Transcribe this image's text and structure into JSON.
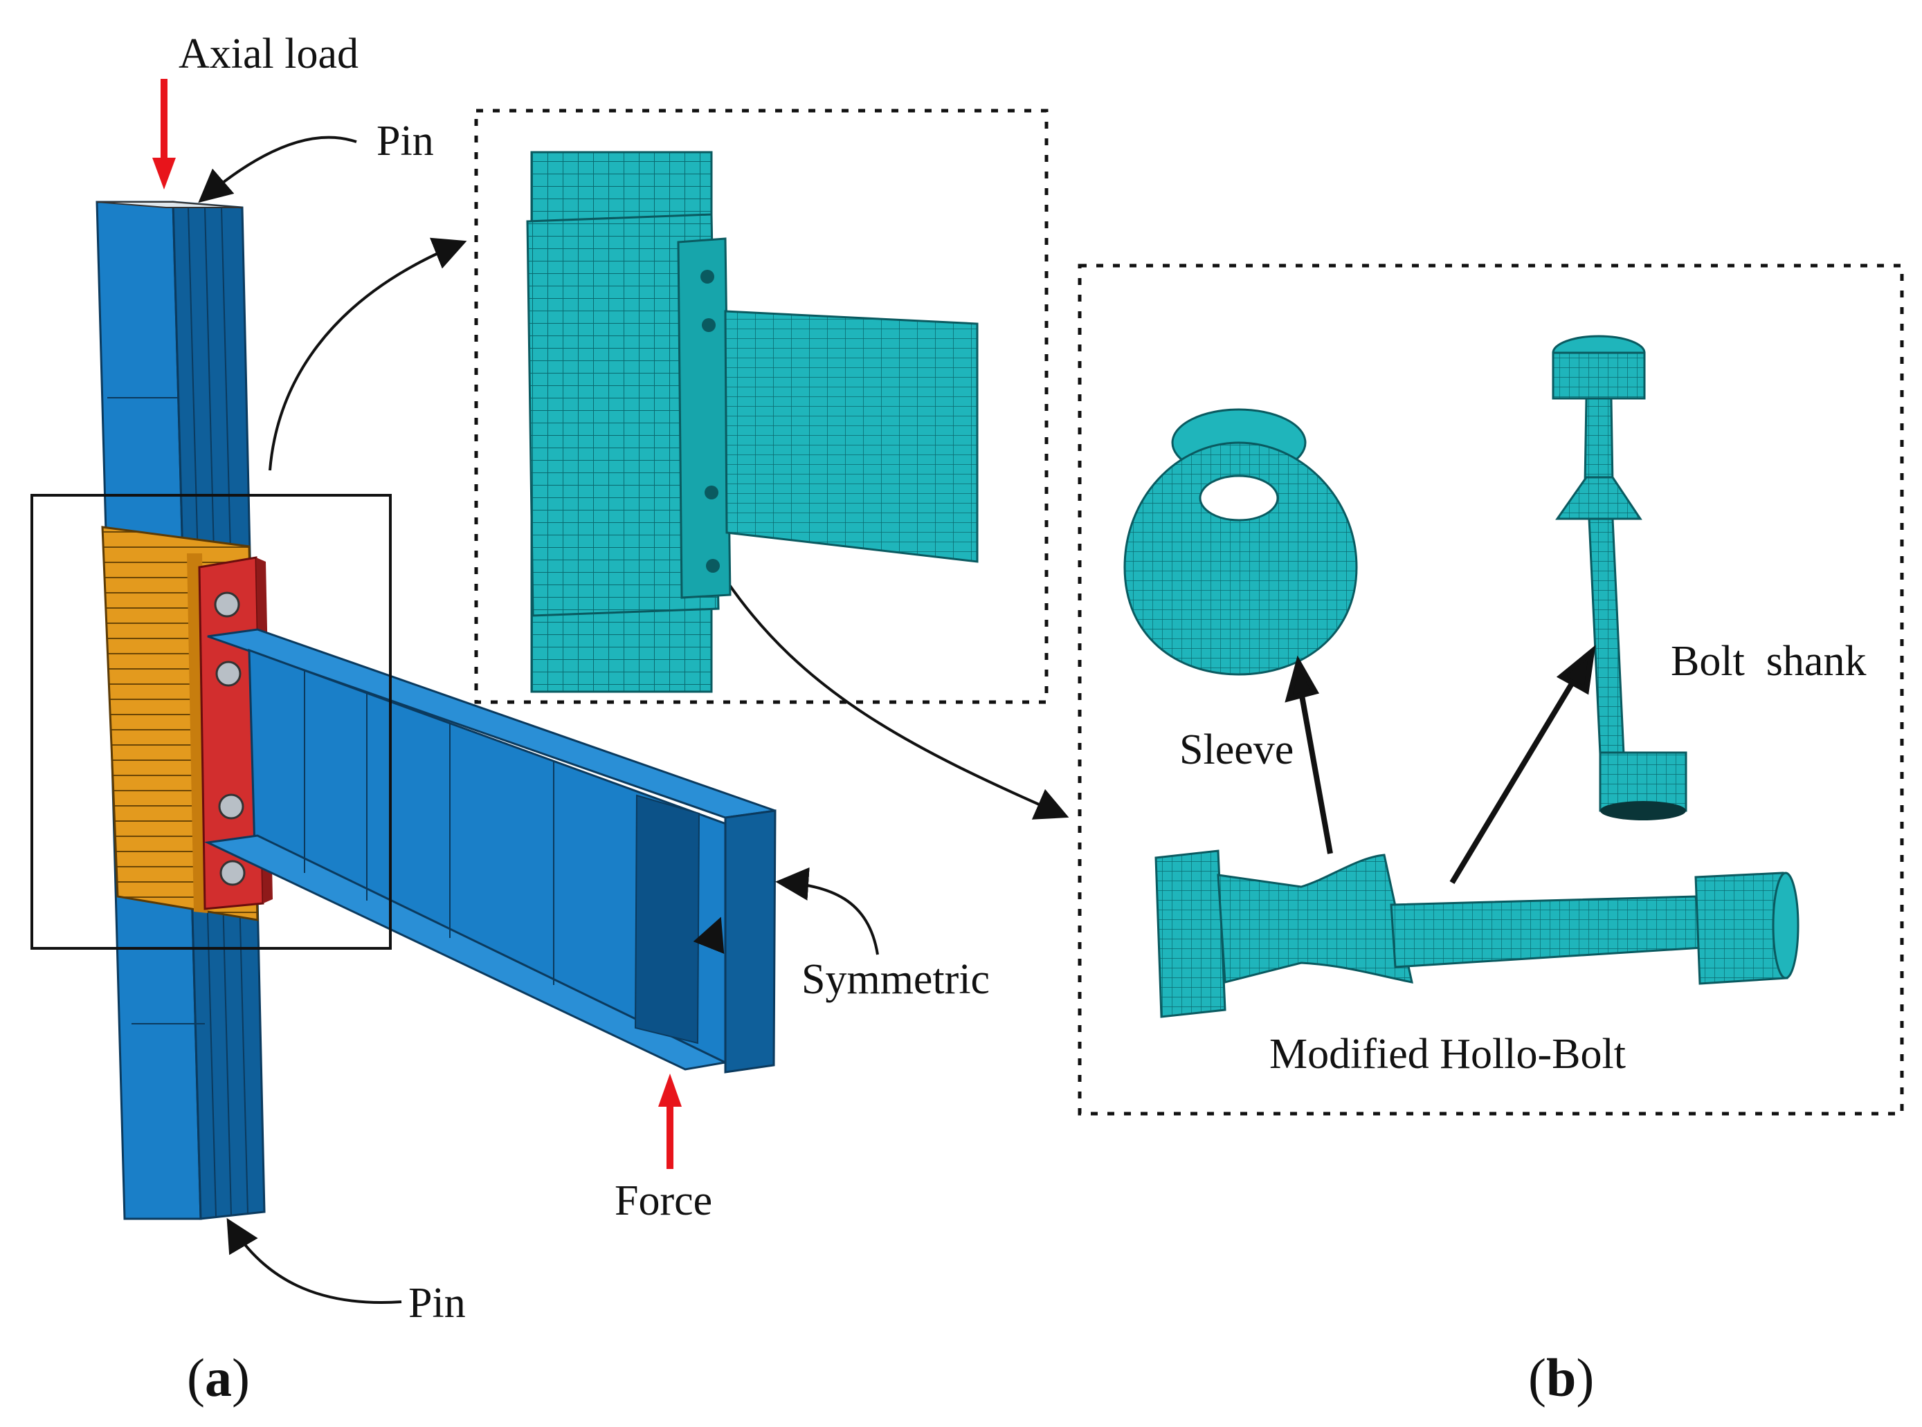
{
  "labels": {
    "axial_load": "Axial load",
    "pin_top": "Pin",
    "pin_bottom": "Pin",
    "symmetric": "Symmetric",
    "force": "Force",
    "sleeve": "Sleeve",
    "bolt_shank": "Bolt  shank",
    "modified_hollo_bolt": "Modified Hollo-Bolt",
    "panel_a": "a",
    "panel_b": "b"
  },
  "colors": {
    "column": "#1a7fc8",
    "column_dark": "#0f5f9a",
    "sleeve_plate": "#e39a1e",
    "endplate": "#d22e2e",
    "mesh": "#1fb5bb",
    "arrow_load": "#e8141b"
  }
}
